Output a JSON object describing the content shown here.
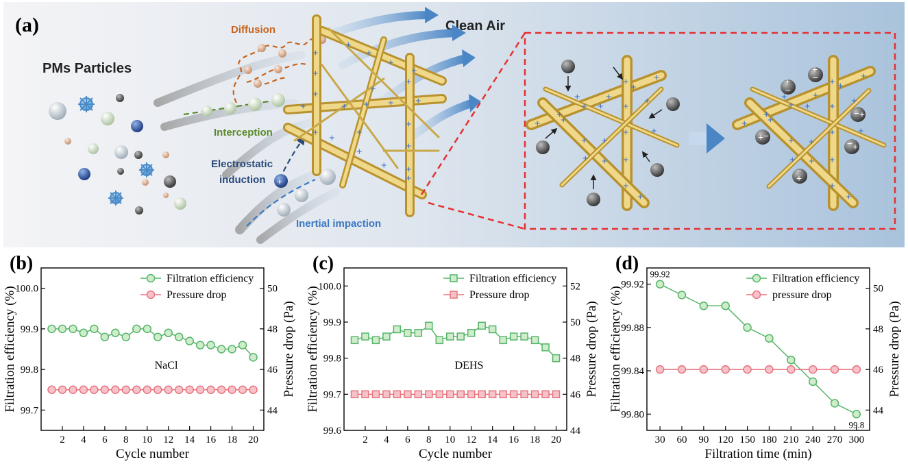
{
  "panel_a": {
    "label": "(a)",
    "pms_particles": "PMs Particles",
    "clean_air": "Clean Air",
    "diffusion": "Diffusion",
    "interception": "Interception",
    "electrostatic_line1": "Electrostatic",
    "electrostatic_line2": "induction",
    "inertial": "Inertial impaction",
    "colors": {
      "fiber": "#e3c665",
      "charge": "#3a6fc4",
      "diffusion": "#c8641e",
      "interception": "#5a8a2a",
      "electrostatic": "#2b4a7a",
      "inertial": "#3b78c2",
      "dashed_box": "#e53030"
    }
  },
  "chart_data": [
    {
      "type": "line",
      "panel_label": "(b)",
      "xlabel": "Cycle number",
      "ylabel": "Filtration efficiency (%)",
      "ylabel_right": "Pressure drop (Pa)",
      "annotation": "NaCl",
      "x": [
        1,
        2,
        3,
        4,
        5,
        6,
        7,
        8,
        9,
        10,
        11,
        12,
        13,
        14,
        15,
        16,
        17,
        18,
        19,
        20
      ],
      "xticks": [
        2,
        4,
        6,
        8,
        10,
        12,
        14,
        16,
        18,
        20
      ],
      "xlim": [
        0,
        21
      ],
      "ylim": [
        99.65,
        100.05
      ],
      "yticks": [
        99.7,
        99.8,
        99.9,
        100.0
      ],
      "y2lim": [
        43.0,
        51.0
      ],
      "y2ticks": [
        44,
        46,
        48,
        50
      ],
      "marker": "circle",
      "legend_position": "top-right",
      "series": [
        {
          "name": "Filtration efficiency",
          "axis": "left",
          "color": "#55b56a",
          "fill": "#cfeccb",
          "values": [
            99.9,
            99.9,
            99.9,
            99.89,
            99.9,
            99.88,
            99.89,
            99.88,
            99.9,
            99.9,
            99.88,
            99.89,
            99.88,
            99.87,
            99.86,
            99.86,
            99.85,
            99.85,
            99.86,
            99.83
          ]
        },
        {
          "name": "Pressure drop",
          "axis": "right",
          "color": "#e8737e",
          "fill": "#f7c3c8",
          "values": [
            45,
            45,
            45,
            45,
            45,
            45,
            45,
            45,
            45,
            45,
            45,
            45,
            45,
            45,
            45,
            45,
            45,
            45,
            45,
            45
          ]
        }
      ]
    },
    {
      "type": "line",
      "panel_label": "(c)",
      "xlabel": "Cycle number",
      "ylabel": "Filtration efficiency (%)",
      "ylabel_right": "Pressure drop (Pa)",
      "annotation": "DEHS",
      "x": [
        1,
        2,
        3,
        4,
        5,
        6,
        7,
        8,
        9,
        10,
        11,
        12,
        13,
        14,
        15,
        16,
        17,
        18,
        19,
        20
      ],
      "xticks": [
        2,
        4,
        6,
        8,
        10,
        12,
        14,
        16,
        18,
        20
      ],
      "xlim": [
        0,
        21
      ],
      "ylim": [
        99.6,
        100.05
      ],
      "yticks": [
        99.6,
        99.7,
        99.8,
        99.9,
        100.0
      ],
      "y2lim": [
        44.0,
        53.0
      ],
      "y2ticks": [
        44,
        46,
        48,
        50,
        52
      ],
      "marker": "square",
      "legend_position": "top-right",
      "series": [
        {
          "name": "Filtration efficiency",
          "axis": "left",
          "color": "#55b56a",
          "fill": "#cfeccb",
          "values": [
            99.85,
            99.86,
            99.85,
            99.86,
            99.88,
            99.87,
            99.87,
            99.89,
            99.85,
            99.86,
            99.86,
            99.87,
            99.89,
            99.88,
            99.85,
            99.86,
            99.86,
            99.85,
            99.83,
            99.8
          ]
        },
        {
          "name": "Pressure drop",
          "axis": "right",
          "color": "#e8737e",
          "fill": "#f7c3c8",
          "values": [
            46,
            46,
            46,
            46,
            46,
            46,
            46,
            46,
            46,
            46,
            46,
            46,
            46,
            46,
            46,
            46,
            46,
            46,
            46,
            46
          ]
        }
      ]
    },
    {
      "type": "line",
      "panel_label": "(d)",
      "xlabel": "Filtration time (min)",
      "ylabel": "Filtration efficiency (%)",
      "ylabel_right": "Pressure drop (Pa)",
      "x": [
        30,
        60,
        90,
        120,
        150,
        180,
        210,
        240,
        270,
        300
      ],
      "xticks": [
        30,
        60,
        90,
        120,
        150,
        180,
        210,
        240,
        270,
        300
      ],
      "xlim": [
        12,
        318
      ],
      "ylim": [
        99.785,
        99.935
      ],
      "yticks": [
        99.8,
        99.84,
        99.88,
        99.92
      ],
      "ytick_labels": [
        "99.80",
        "99.84",
        "99.88",
        "99.92"
      ],
      "y2lim": [
        43.0,
        51.0
      ],
      "y2ticks": [
        44,
        46,
        48,
        50
      ],
      "marker": "circle",
      "legend_position": "top-right",
      "data_labels": [
        {
          "text": "99.92",
          "index": 0,
          "series": 0,
          "pos": "above"
        },
        {
          "text": "99.8",
          "index": 9,
          "series": 0,
          "pos": "below"
        }
      ],
      "series": [
        {
          "name": "Filtration efficiency",
          "axis": "left",
          "color": "#55b56a",
          "fill": "#cfeccb",
          "values": [
            99.92,
            99.91,
            99.9,
            99.9,
            99.88,
            99.87,
            99.85,
            99.83,
            99.81,
            99.8
          ]
        },
        {
          "name": "pressure drop",
          "axis": "right",
          "color": "#e8737e",
          "fill": "#f7c3c8",
          "values": [
            46,
            46,
            46,
            46,
            46,
            46,
            46,
            46,
            46,
            46
          ]
        }
      ]
    }
  ]
}
